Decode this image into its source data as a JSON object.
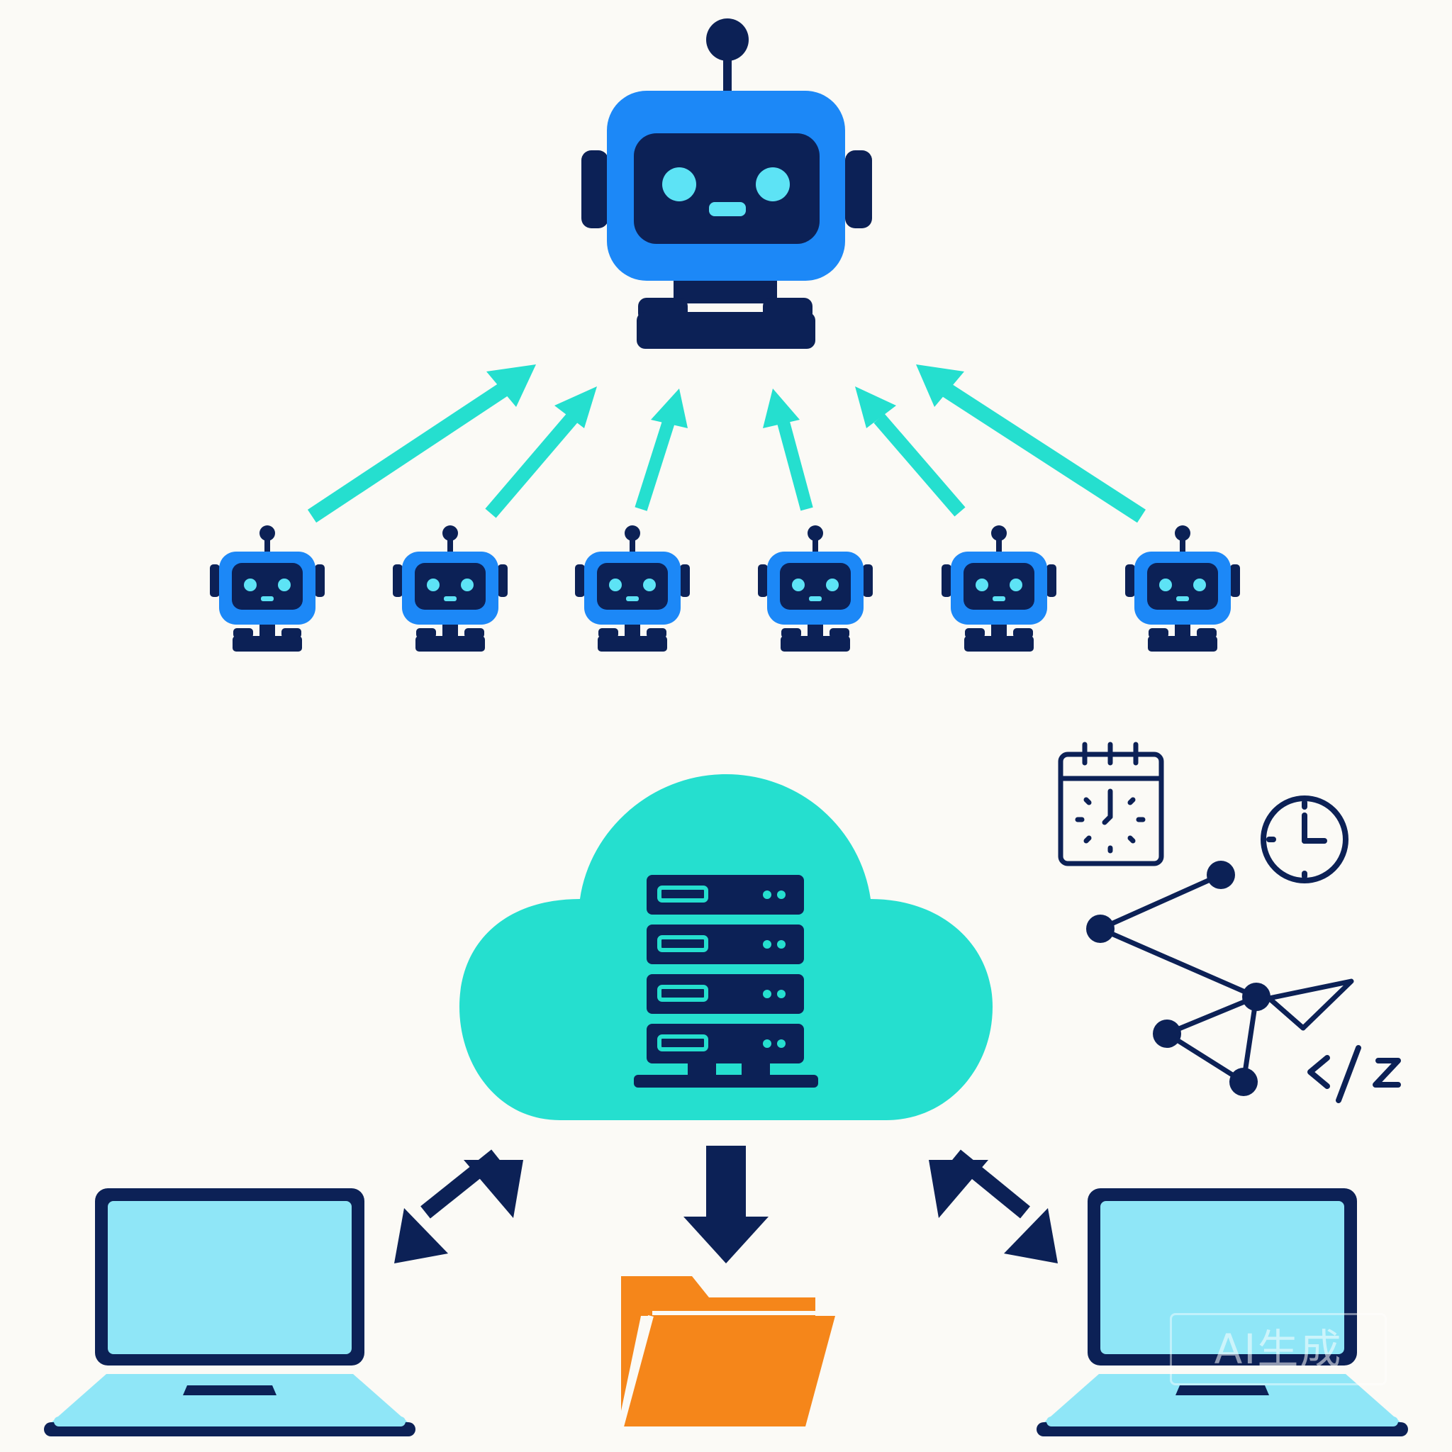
{
  "watermark": {
    "text": "AI生成"
  },
  "colors": {
    "background": "#fbfaf6",
    "navy": "#0c2156",
    "robot_blue": "#1c88f7",
    "cyan": "#25dfcf",
    "screen": "#8fe6f7",
    "folder": "#f5861a"
  },
  "icons": {
    "orchestrator": "robot-icon",
    "worker_agent": "robot-icon",
    "cloud": "cloud-icon",
    "server": "server-rack-icon",
    "schedule": "calendar-icon",
    "timer": "clock-icon",
    "workflow": "node-graph-icon",
    "send": "paper-plane-icon",
    "code": "code-icon",
    "client": "laptop-icon",
    "storage": "folder-icon"
  },
  "diagram": {
    "orchestrator": {
      "icon": "robot-icon"
    },
    "worker_agents": [
      {
        "icon": "robot-icon"
      },
      {
        "icon": "robot-icon"
      },
      {
        "icon": "robot-icon"
      },
      {
        "icon": "robot-icon"
      },
      {
        "icon": "robot-icon"
      },
      {
        "icon": "robot-icon"
      }
    ],
    "connections": [
      {
        "from": "worker-agent-1",
        "to": "orchestrator",
        "style": "cyan-arrow"
      },
      {
        "from": "worker-agent-2",
        "to": "orchestrator",
        "style": "cyan-arrow"
      },
      {
        "from": "worker-agent-3",
        "to": "orchestrator",
        "style": "cyan-arrow"
      },
      {
        "from": "worker-agent-4",
        "to": "orchestrator",
        "style": "cyan-arrow"
      },
      {
        "from": "worker-agent-5",
        "to": "orchestrator",
        "style": "cyan-arrow"
      },
      {
        "from": "worker-agent-6",
        "to": "orchestrator",
        "style": "cyan-arrow"
      },
      {
        "from": "cloud-server",
        "to": "laptop-left",
        "style": "navy-double-arrow"
      },
      {
        "from": "cloud-server",
        "to": "folder",
        "style": "navy-arrow"
      },
      {
        "from": "cloud-server",
        "to": "laptop-right",
        "style": "navy-double-arrow"
      }
    ],
    "server_units": 4,
    "code_symbol": "</z"
  }
}
